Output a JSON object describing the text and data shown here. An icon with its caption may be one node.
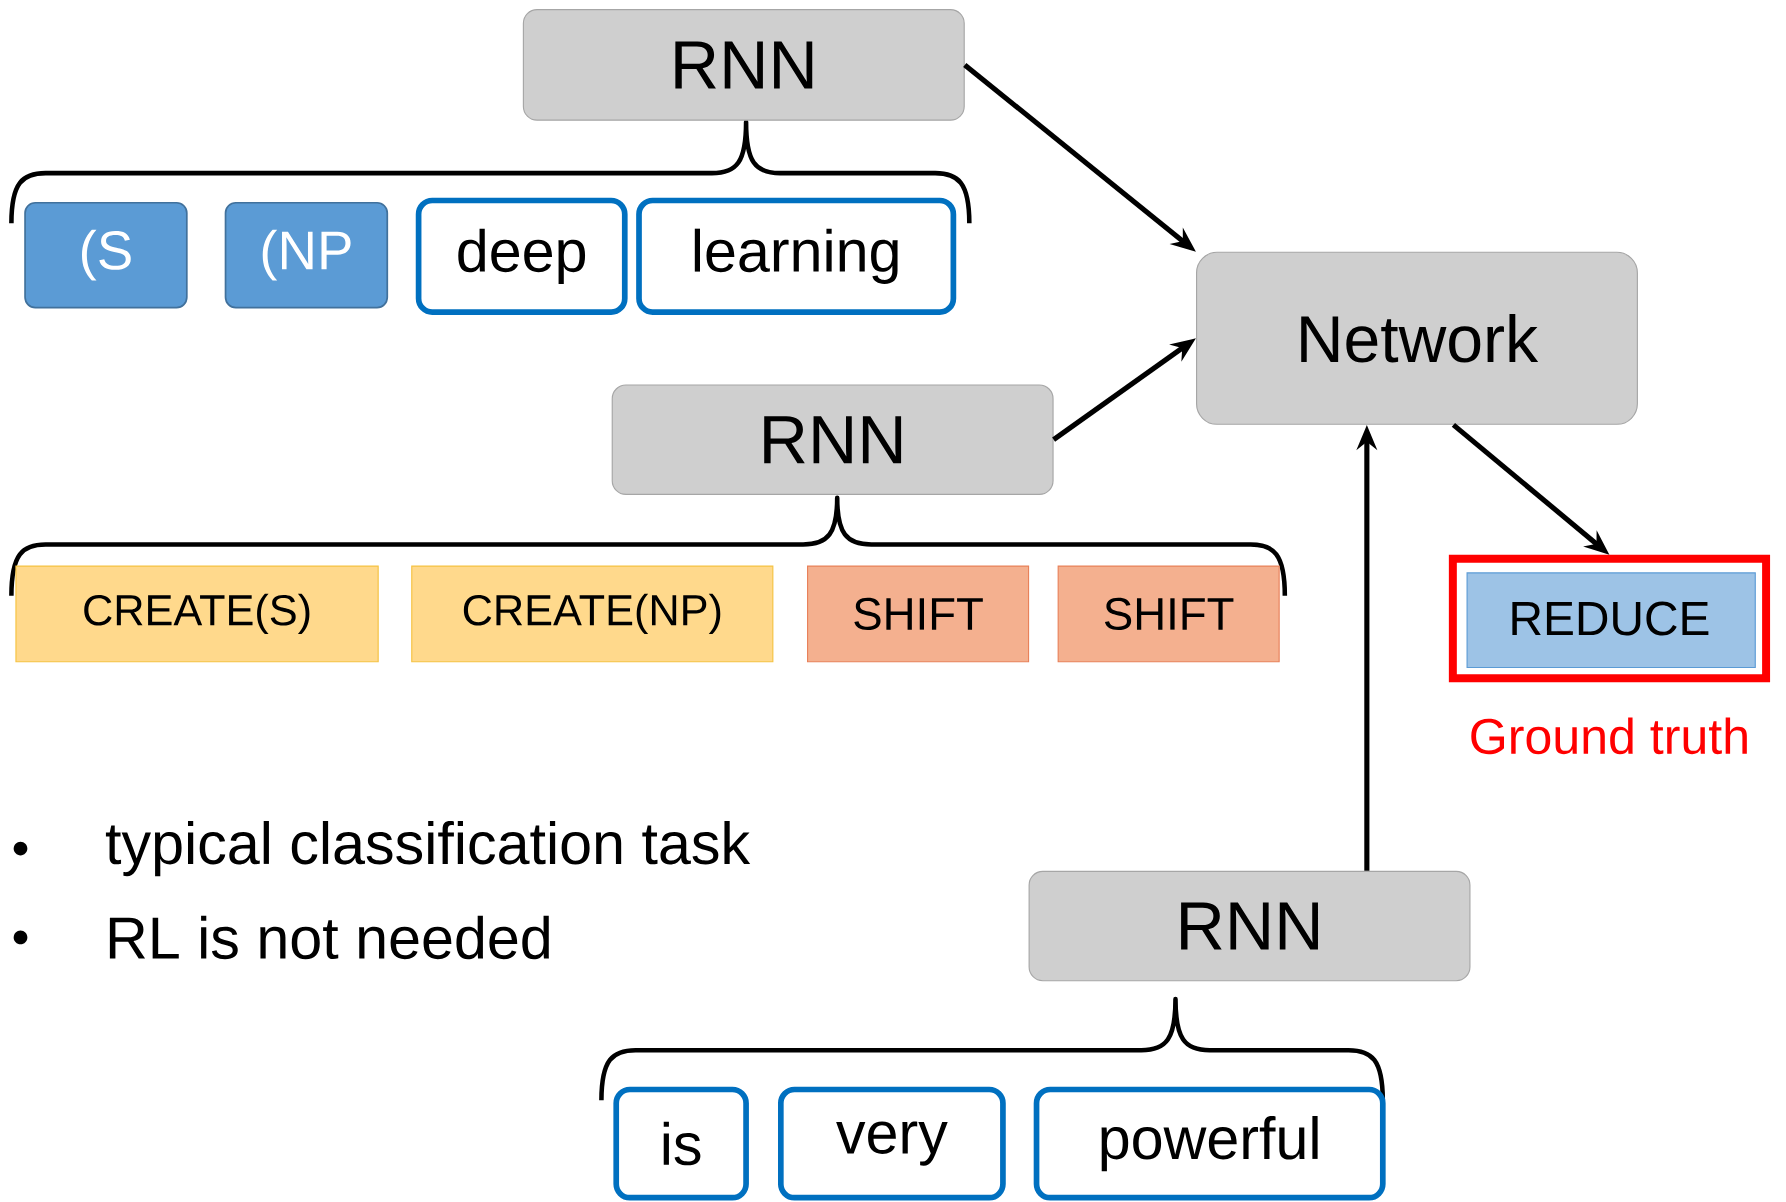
{
  "diagram": {
    "nodes": [
      {
        "text": [
          "RNN"
        ]
      },
      {
        "text": [
          "(S"
        ]
      },
      {
        "text": [
          "(NP"
        ]
      },
      {
        "text": [
          "deep"
        ]
      },
      {
        "text": [
          "learning"
        ]
      },
      {
        "text": [
          "Network"
        ]
      },
      {
        "text": [
          "RNN"
        ]
      },
      {
        "text": [
          "CREATE(S)"
        ]
      },
      {
        "text": [
          "CREATE(NP)"
        ]
      },
      {
        "text": [
          "SHIFT"
        ]
      },
      {
        "text": [
          "SHIFT"
        ]
      },
      {
        "text": [
          "REDUCE"
        ],
        "beside": [
          "Ground truth"
        ]
      },
      {
        "text": [
          "RNN"
        ]
      },
      {
        "text": [
          "is"
        ]
      },
      {
        "text": [
          "very"
        ]
      },
      {
        "text": [
          "powerful"
        ]
      }
    ],
    "edges": [
      {
        "from": 0,
        "to": 5,
        "arrow": "to"
      },
      {
        "from": 6,
        "to": 5,
        "arrow": "to"
      },
      {
        "from": 12,
        "to": 5,
        "arrow": "to"
      },
      {
        "from": 5,
        "to": 11,
        "arrow": "to"
      }
    ],
    "labels": [
      "typical classification task",
      "RL is not needed"
    ]
  }
}
